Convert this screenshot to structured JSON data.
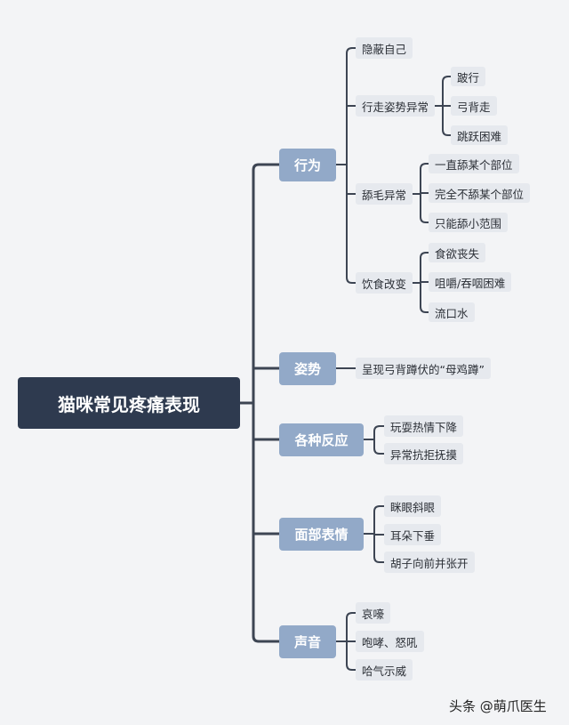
{
  "root": "猫咪常见疼痛表现",
  "categories": [
    {
      "label": "行为",
      "children": [
        {
          "label": "隐蔽自己"
        },
        {
          "label": "行走姿势异常",
          "children": [
            {
              "label": "跛行"
            },
            {
              "label": "弓背走"
            },
            {
              "label": "跳跃困难"
            }
          ]
        },
        {
          "label": "舔毛异常",
          "children": [
            {
              "label": "一直舔某个部位"
            },
            {
              "label": "完全不舔某个部位"
            },
            {
              "label": "只能舔小范围"
            }
          ]
        },
        {
          "label": "饮食改变",
          "children": [
            {
              "label": "食欲丧失"
            },
            {
              "label": "咀嚼/吞咽困难"
            },
            {
              "label": "流口水"
            }
          ]
        }
      ]
    },
    {
      "label": "姿势",
      "children": [
        {
          "label": "呈现弓背蹲伏的“母鸡蹲”"
        }
      ]
    },
    {
      "label": "各种反应",
      "children": [
        {
          "label": "玩耍热情下降"
        },
        {
          "label": "异常抗拒抚摸"
        }
      ]
    },
    {
      "label": "面部表情",
      "children": [
        {
          "label": "眯眼斜眼"
        },
        {
          "label": "耳朵下垂"
        },
        {
          "label": "胡子向前并张开"
        }
      ]
    },
    {
      "label": "声音",
      "children": [
        {
          "label": "哀嚎"
        },
        {
          "label": "咆哮、怒吼"
        },
        {
          "label": "哈气示威"
        }
      ]
    }
  ],
  "watermark": "头条 @萌爪医生",
  "colors": {
    "root": "#2e3a4f",
    "category": "#92a9c8",
    "leaf": "#e6e9ee",
    "line": "#3d4553",
    "background": "#f3f4f6"
  }
}
